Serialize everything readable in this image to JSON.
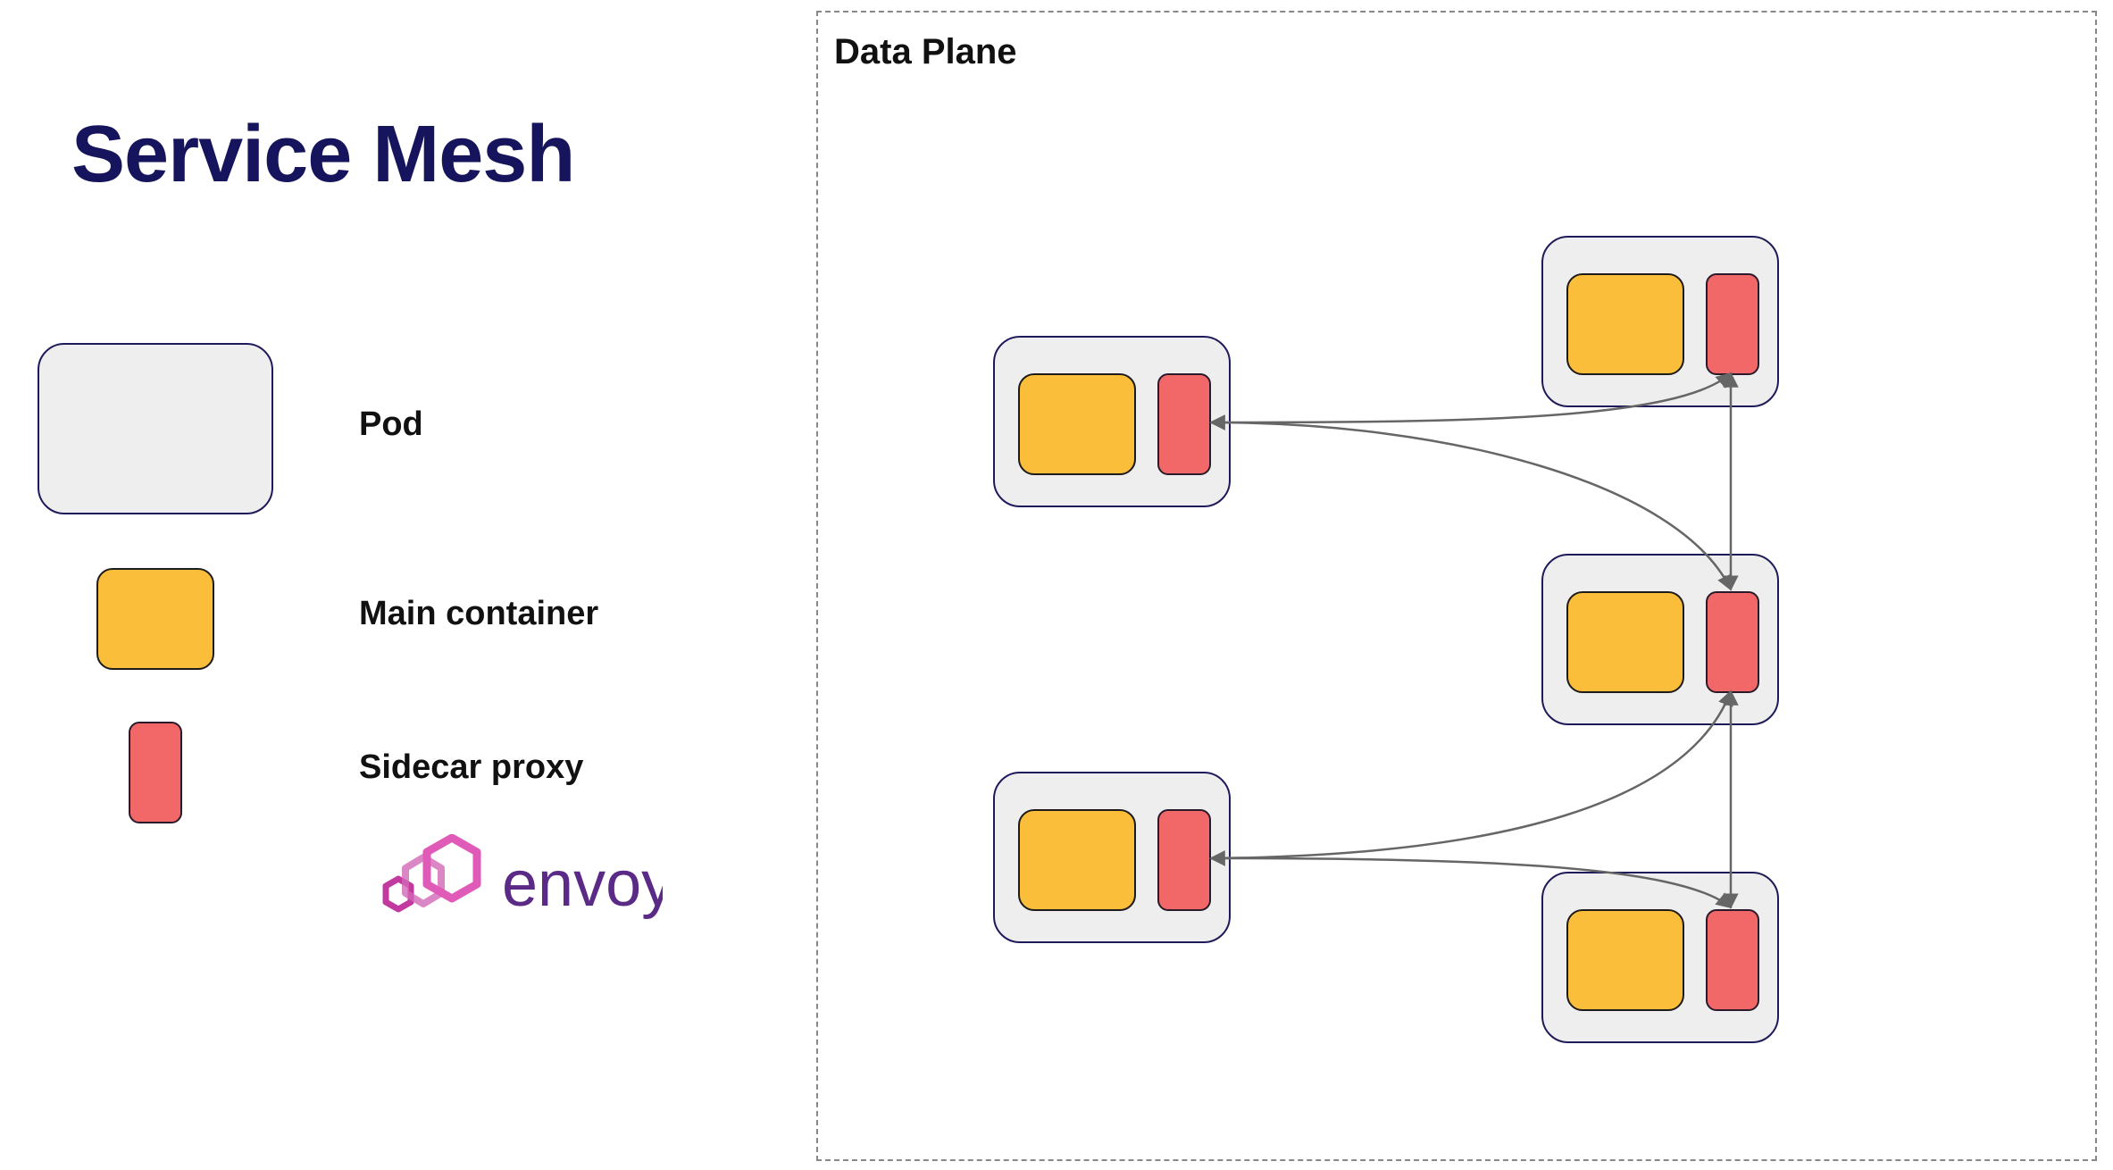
{
  "title": "Service Mesh",
  "legend": {
    "pod_label": "Pod",
    "main_label": "Main container",
    "sidecar_label": "Sidecar proxy",
    "logo_text": "envoy"
  },
  "data_plane": {
    "label": "Data Plane",
    "pods": [
      "pod-left-top",
      "pod-left-bottom",
      "pod-right-top",
      "pod-right-middle",
      "pod-right-bottom"
    ],
    "connections": [
      [
        "pod-left-top",
        "pod-right-top"
      ],
      [
        "pod-left-top",
        "pod-right-middle"
      ],
      [
        "pod-right-top",
        "pod-right-middle"
      ],
      [
        "pod-right-middle",
        "pod-right-bottom"
      ],
      [
        "pod-left-bottom",
        "pod-right-middle"
      ],
      [
        "pod-left-bottom",
        "pod-right-bottom"
      ]
    ]
  },
  "colors": {
    "title": "#15145c",
    "pod_fill": "#eeeeee",
    "pod_border": "#1e1b5a",
    "main_container": "#fbbe3a",
    "sidecar_proxy": "#f26869",
    "envoy_logo": "#e05ab8",
    "envoy_text": "#5b2a86",
    "edge": "#666666"
  }
}
